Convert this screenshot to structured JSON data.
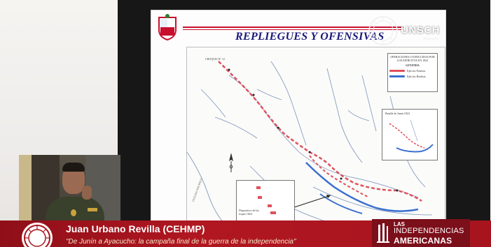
{
  "slide": {
    "title": "REPLIEGUES Y OFENSIVAS",
    "logo_text": "UNSCH",
    "logo_motto": "Ayacucho",
    "map": {
      "corner_label": "CROQUIS N° 12",
      "side_label": "OCEANO PACIFICO",
      "legend": {
        "title": "OPERACIONES CONDUCIDAS POR LOS EJERCITOS EN 1824",
        "heading": "LEYENDA",
        "items": [
          {
            "label": "Ejército Patriota",
            "color": "#e0505a"
          },
          {
            "label": "Ejército Realista",
            "color": "#3b6fcf"
          }
        ]
      },
      "inset_a_label": "Batalla de Junín 1824",
      "inset_b_label": "Dispositivo de las tropas 1824"
    }
  },
  "lower_third": {
    "speaker_name": "Juan Urbano Revilla (CEHMP)",
    "quote": "\"De Junín a Ayacucho: la campaña final de la guerra de la independencia\"",
    "event": {
      "line1": "LAS",
      "line2": "INDEPENDENCIAS",
      "line3": "AMERICANAS"
    }
  },
  "colors": {
    "accent_red": "#c8102e",
    "lower_third_red": "#a8141d",
    "title_navy": "#1a1a7a",
    "patriot_route": "#e0505a",
    "royalist_route": "#3b6fcf"
  }
}
